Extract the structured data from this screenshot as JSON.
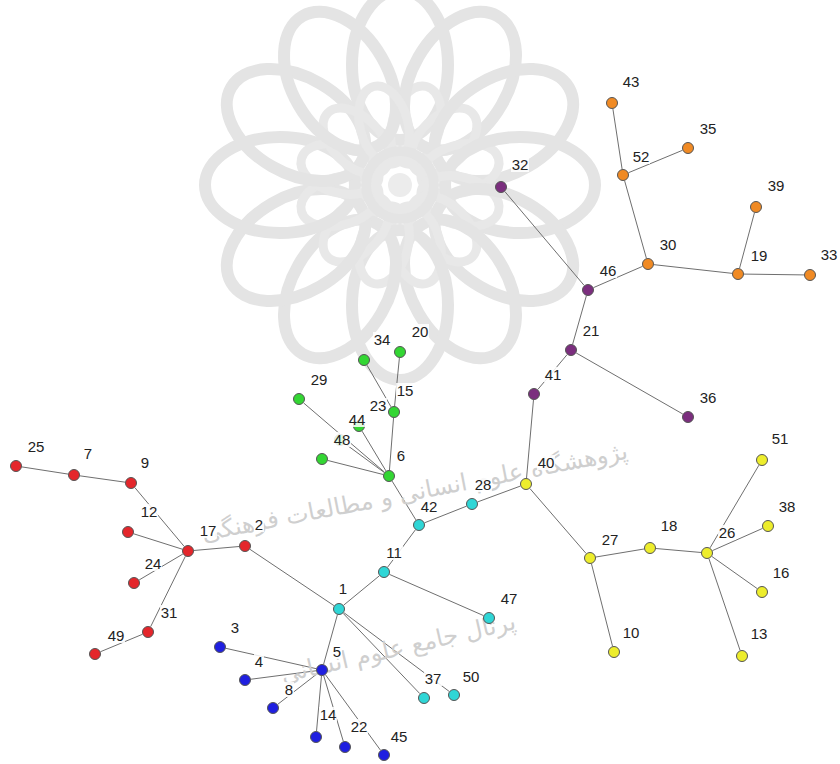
{
  "diagram": {
    "nodes": [
      {
        "text": [
          "43"
        ]
      },
      {
        "text": [
          "35"
        ]
      },
      {
        "text": [
          "52"
        ]
      },
      {
        "text": [
          "39"
        ]
      },
      {
        "text": [
          "32"
        ]
      },
      {
        "text": [
          "30"
        ]
      },
      {
        "text": [
          "19"
        ]
      },
      {
        "text": [
          "33"
        ]
      },
      {
        "text": [
          "46"
        ]
      },
      {
        "text": [
          "21"
        ]
      },
      {
        "text": [
          "20"
        ]
      },
      {
        "text": [
          "34"
        ]
      },
      {
        "text": [
          "41"
        ]
      },
      {
        "text": [
          "15"
        ]
      },
      {
        "text": [
          "36"
        ]
      },
      {
        "text": [
          "29"
        ]
      },
      {
        "text": [
          "23"
        ]
      },
      {
        "text": [
          "44"
        ]
      },
      {
        "text": [
          "51"
        ]
      },
      {
        "text": [
          "48"
        ]
      },
      {
        "text": [
          "25"
        ]
      },
      {
        "text": [
          "7"
        ]
      },
      {
        "text": [
          "9"
        ]
      },
      {
        "text": [
          "40"
        ]
      },
      {
        "text": [
          "6"
        ]
      },
      {
        "text": [
          "38"
        ]
      },
      {
        "text": [
          "28"
        ]
      },
      {
        "text": [
          "42"
        ]
      },
      {
        "text": [
          "12"
        ]
      },
      {
        "text": [
          "17"
        ]
      },
      {
        "text": [
          "2"
        ]
      },
      {
        "text": [
          "27"
        ]
      },
      {
        "text": [
          "18"
        ]
      },
      {
        "text": [
          "26"
        ]
      },
      {
        "text": [
          "24"
        ]
      },
      {
        "text": [
          "11"
        ]
      },
      {
        "text": [
          "16"
        ]
      },
      {
        "text": [
          "1"
        ]
      },
      {
        "text": [
          "47"
        ]
      },
      {
        "text": [
          "31"
        ]
      },
      {
        "text": [
          "49"
        ]
      },
      {
        "text": [
          "3"
        ]
      },
      {
        "text": [
          "10"
        ]
      },
      {
        "text": [
          "13"
        ]
      },
      {
        "text": [
          "5"
        ]
      },
      {
        "text": [
          "4"
        ]
      },
      {
        "text": [
          "50"
        ]
      },
      {
        "text": [
          "37"
        ]
      },
      {
        "text": [
          "8"
        ]
      },
      {
        "text": [
          "14"
        ]
      },
      {
        "text": [
          "22"
        ]
      },
      {
        "text": [
          "45"
        ]
      }
    ],
    "edges": [
      {
        "from": 20,
        "to": 21,
        "arrow": "none"
      },
      {
        "from": 21,
        "to": 22,
        "arrow": "none"
      },
      {
        "from": 22,
        "to": 29,
        "arrow": "none"
      },
      {
        "from": 28,
        "to": 29,
        "arrow": "none"
      },
      {
        "from": 34,
        "to": 29,
        "arrow": "none"
      },
      {
        "from": 39,
        "to": 29,
        "arrow": "none"
      },
      {
        "from": 40,
        "to": 39,
        "arrow": "none"
      },
      {
        "from": 29,
        "to": 30,
        "arrow": "none"
      },
      {
        "from": 30,
        "to": 37,
        "arrow": "none"
      },
      {
        "from": 44,
        "to": 41,
        "arrow": "none"
      },
      {
        "from": 44,
        "to": 45,
        "arrow": "none"
      },
      {
        "from": 44,
        "to": 48,
        "arrow": "none"
      },
      {
        "from": 44,
        "to": 49,
        "arrow": "none"
      },
      {
        "from": 44,
        "to": 50,
        "arrow": "none"
      },
      {
        "from": 44,
        "to": 51,
        "arrow": "none"
      },
      {
        "from": 44,
        "to": 37,
        "arrow": "none"
      },
      {
        "from": 37,
        "to": 35,
        "arrow": "none"
      },
      {
        "from": 35,
        "to": 27,
        "arrow": "none"
      },
      {
        "from": 27,
        "to": 26,
        "arrow": "none"
      },
      {
        "from": 26,
        "to": 23,
        "arrow": "none"
      },
      {
        "from": 35,
        "to": 38,
        "arrow": "none"
      },
      {
        "from": 37,
        "to": 47,
        "arrow": "none"
      },
      {
        "from": 37,
        "to": 46,
        "arrow": "none"
      },
      {
        "from": 27,
        "to": 24,
        "arrow": "none"
      },
      {
        "from": 15,
        "to": 24,
        "arrow": "none"
      },
      {
        "from": 19,
        "to": 24,
        "arrow": "none"
      },
      {
        "from": 17,
        "to": 24,
        "arrow": "none"
      },
      {
        "from": 16,
        "to": 24,
        "arrow": "none"
      },
      {
        "from": 13,
        "to": 24,
        "arrow": "none"
      },
      {
        "from": 11,
        "to": 13,
        "arrow": "none"
      },
      {
        "from": 10,
        "to": 13,
        "arrow": "none"
      },
      {
        "from": 4,
        "to": 8,
        "arrow": "none"
      },
      {
        "from": 8,
        "to": 9,
        "arrow": "none"
      },
      {
        "from": 9,
        "to": 12,
        "arrow": "none"
      },
      {
        "from": 12,
        "to": 23,
        "arrow": "none"
      },
      {
        "from": 9,
        "to": 14,
        "arrow": "none"
      },
      {
        "from": 8,
        "to": 5,
        "arrow": "none"
      },
      {
        "from": 0,
        "to": 2,
        "arrow": "none"
      },
      {
        "from": 2,
        "to": 1,
        "arrow": "none"
      },
      {
        "from": 2,
        "to": 5,
        "arrow": "none"
      },
      {
        "from": 5,
        "to": 6,
        "arrow": "none"
      },
      {
        "from": 6,
        "to": 3,
        "arrow": "none"
      },
      {
        "from": 6,
        "to": 7,
        "arrow": "none"
      },
      {
        "from": 23,
        "to": 31,
        "arrow": "none"
      },
      {
        "from": 31,
        "to": 42,
        "arrow": "none"
      },
      {
        "from": 31,
        "to": 32,
        "arrow": "none"
      },
      {
        "from": 32,
        "to": 33,
        "arrow": "none"
      },
      {
        "from": 33,
        "to": 18,
        "arrow": "none"
      },
      {
        "from": 33,
        "to": 25,
        "arrow": "none"
      },
      {
        "from": 33,
        "to": 36,
        "arrow": "none"
      },
      {
        "from": 33,
        "to": 43,
        "arrow": "none"
      }
    ],
    "labels": [
      "پژوهشگاه علوم انسانی و مطالعات فرهنگی",
      "پرتال جامع علوم انسانی"
    ]
  }
}
